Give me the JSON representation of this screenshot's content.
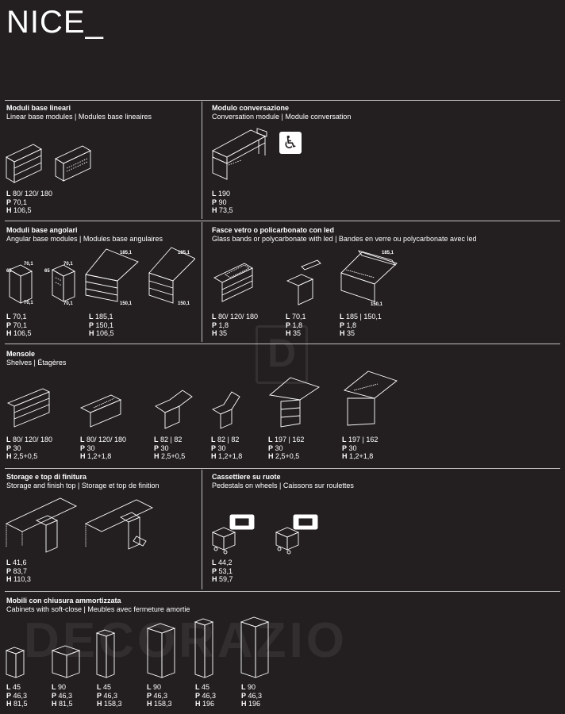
{
  "brand": "NICE_",
  "watermark": "DECORAZIO",
  "sections": {
    "linear": {
      "title": "Moduli base lineari",
      "subtitle": "Linear  base modules | Modules base lineaires",
      "items": [
        {
          "L": "80/ 120/ 180",
          "P": "70,1",
          "H": "106,5"
        }
      ]
    },
    "conversation": {
      "title": "Modulo conversazione",
      "subtitle": "Conversation module | Module conversation",
      "items": [
        {
          "L": "190",
          "P": "90",
          "H": "73,5"
        }
      ]
    },
    "angular": {
      "title": "Moduli base angolari",
      "subtitle": "Angular base modules | Modules base angulaires",
      "labels": {
        "a": "70,1",
        "b": "65",
        "c": "185,1",
        "d": "150,1"
      },
      "items": [
        {
          "L": "70,1",
          "P": "70,1",
          "H": "106,5"
        },
        {
          "L": "185,1",
          "P": "150,1",
          "H": "106,5"
        }
      ]
    },
    "glass": {
      "title": "Fasce vetro o policarbonato con led",
      "subtitle": "Glass bands or polycarbonate with led | Bandes en verre ou polycarbonate avec led",
      "labels": {
        "c": "185,1",
        "d": "150,1"
      },
      "items": [
        {
          "L": "80/ 120/ 180",
          "P": "1,8",
          "H": "35"
        },
        {
          "L": "70,1",
          "P": "1,8",
          "H": "35"
        },
        {
          "L": "185 | 150,1",
          "P": "1,8",
          "H": "35"
        }
      ]
    },
    "shelves": {
      "title": "Mensole",
      "subtitle": "Shelves  | Étagères",
      "items": [
        {
          "L": "80/ 120/ 180",
          "P": "30",
          "H": "2,5+0,5"
        },
        {
          "L": "80/ 120/ 180",
          "P": "30",
          "H": "1,2+1,8"
        },
        {
          "L": "82 | 82",
          "P": "30",
          "H": "2,5+0,5"
        },
        {
          "L": "82 | 82",
          "P": "30",
          "H": "1,2+1,8"
        },
        {
          "L": "197 | 162",
          "P": "30",
          "H": "2,5+0,5"
        },
        {
          "L": "197 | 162",
          "P": "30",
          "H": "1,2+1,8"
        }
      ]
    },
    "storage": {
      "title": "Storage e top di finitura",
      "subtitle": "Storage and finish top | Storage et top de finition",
      "items": [
        {
          "L": "41,6",
          "P": "83,7",
          "H": "110,3"
        }
      ]
    },
    "pedestals": {
      "title": "Cassettiere su ruote",
      "subtitle": "Pedestals on wheels | Caissons sur roulettes",
      "items": [
        {
          "L": "44,2",
          "P": "53,1",
          "H": "59,7"
        }
      ]
    },
    "cabinets": {
      "title": "Mobili con chiusura ammortizzata",
      "subtitle": "Cabinets with soft-close | Meubles avec fermeture amortie",
      "items": [
        {
          "L": "45",
          "P": "46,3",
          "H": "81,5"
        },
        {
          "L": "90",
          "P": "46,3",
          "H": "81,5"
        },
        {
          "L": "45",
          "P": "46,3",
          "H": "158,3"
        },
        {
          "L": "90",
          "P": "46,3",
          "H": "158,3"
        },
        {
          "L": "45",
          "P": "46,3",
          "H": "196"
        },
        {
          "L": "90",
          "P": "46,3",
          "H": "196"
        }
      ]
    }
  },
  "dim_keys": {
    "L": "L",
    "P": "P",
    "H": "H"
  },
  "icons": {
    "accessibility": "wheelchair-icon",
    "wheelchair_glyph": "♿"
  },
  "colors": {
    "background": "#231f20",
    "line": "#ffffff",
    "text": "#ffffff"
  }
}
